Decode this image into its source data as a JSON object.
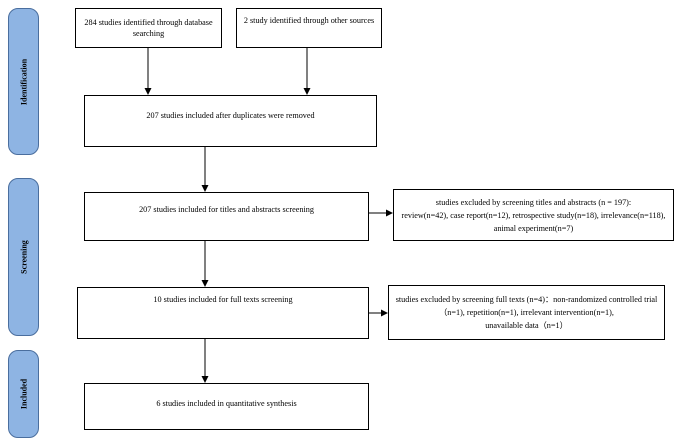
{
  "phases": {
    "identification": "Identification",
    "screening": "Screening",
    "included": "Included"
  },
  "boxes": {
    "database_search": [
      "284 studies identified through database",
      "searching"
    ],
    "other_sources": [
      "2 study identified through other sources"
    ],
    "after_duplicates": [
      "207 studies included after duplicates were removed"
    ],
    "titles_abstracts": [
      "207 studies included for titles and abstracts screening"
    ],
    "excluded_titles": [
      "studies excluded by screening titles and abstracts (n = 197):",
      "review(n=42), case report(n=12), retrospective study(n=18), irrelevance(n=118),",
      "animal experiment(n=7)"
    ],
    "full_texts": [
      "10 studies included for full texts screening"
    ],
    "excluded_full": [
      "studies excluded by screening full texts (n=4)：non-randomized controlled trial",
      "（n=1), repetition(n=1), irrelevant intervention(n=1),",
      "unavailable data（n=1）"
    ],
    "quantitative": [
      "6 studies included in quantitative synthesis"
    ]
  }
}
